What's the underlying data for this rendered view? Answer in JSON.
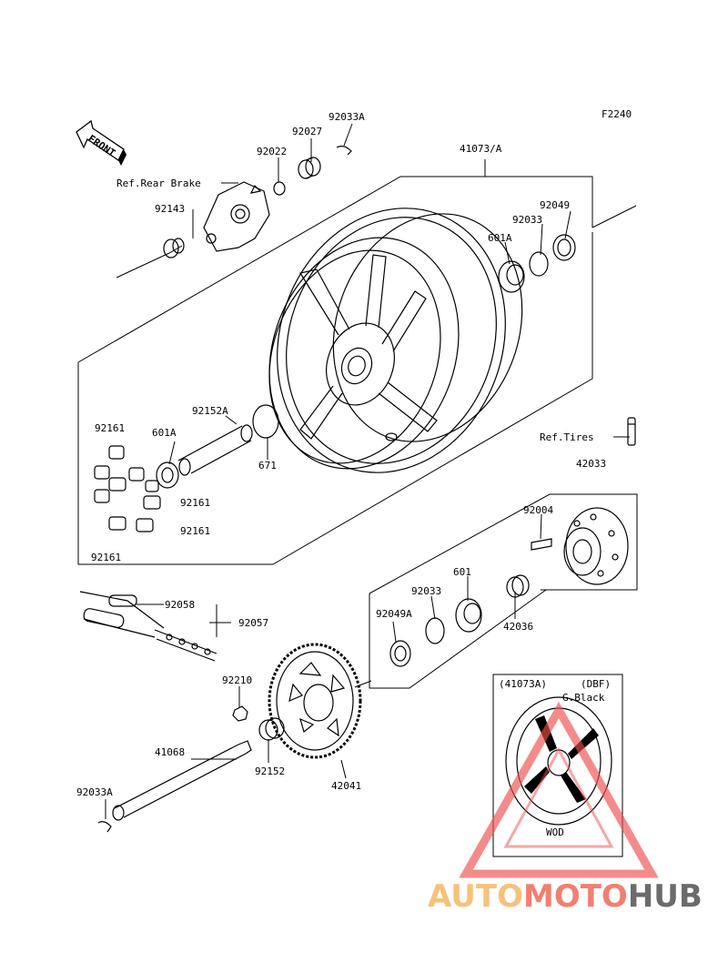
{
  "figure_code": "F2240",
  "front_arrow": "FRONT",
  "references": {
    "rear_brake": "Ref.Rear Brake",
    "tires": "Ref.Tires"
  },
  "parts": {
    "p92033A_top": "92033A",
    "p92027": "92027",
    "p92022": "92022",
    "p41073A": "41073/A",
    "p92143": "92143",
    "p92049": "92049",
    "p92033_wheel": "92033",
    "p601A_wheel": "601A",
    "p92161_a": "92161",
    "p601A_left": "601A",
    "p92152A": "92152A",
    "p92161_b": "92161",
    "p92161_c": "92161",
    "p92161_d": "92161",
    "p671": "671",
    "p42033": "42033",
    "p92004": "92004",
    "p601": "601",
    "p92033_hub": "92033",
    "p92049A": "92049A",
    "p42036": "42036",
    "p92058": "92058",
    "p92057": "92057",
    "p92210": "92210",
    "p41068": "41068",
    "p92152": "92152",
    "p42041": "42041",
    "p92033A_bottom": "92033A"
  },
  "inset": {
    "model": "(41073A)",
    "code": "(DBF)",
    "color": "G.Black",
    "bottom_label": "WOD"
  },
  "watermark": {
    "part1": "AUTO",
    "part2": "MOTO",
    "part3": "HUB",
    "colors": {
      "auto": "#f5c27a",
      "moto": "#f08070",
      "hub": "#6b6b6b",
      "triangle": "#ee4d4d"
    }
  }
}
